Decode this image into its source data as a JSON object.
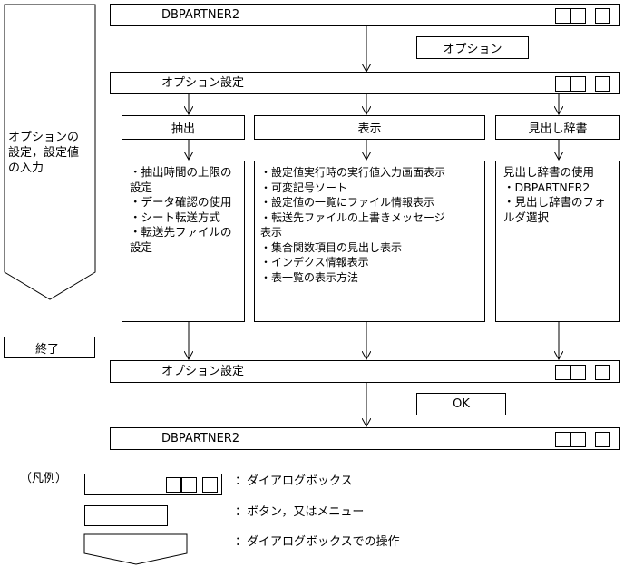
{
  "diagram": {
    "dialogs": {
      "top": "DBPARTNER2",
      "options": "オプション設定",
      "options_bottom": "オプション設定",
      "bottom": "DBPARTNER2"
    },
    "buttons": {
      "option": "オプション",
      "extract": "抽出",
      "display": "表示",
      "glossary": "見出し辞書",
      "end": "終了",
      "ok": "OK"
    },
    "side_label": "オプションの\n設定，設定値\nの入力",
    "lists": {
      "extract": [
        "・抽出時間の上限の",
        "設定",
        "・データ確認の使用",
        "・シート転送方式",
        "・転送先ファイルの",
        "設定"
      ],
      "display": [
        "・設定値実行時の実行値入力画面表示",
        "・可変記号ソート",
        "・設定値の一覧にファイル情報表示",
        "・転送先ファイルの上書きメッセージ",
        "表示",
        "・集合関数項目の見出し表示",
        "・インデクス情報表示",
        "・表一覧の表示方法"
      ],
      "glossary": [
        "見出し辞書の使用",
        "・DBPARTNER2",
        "・見出し辞書のフォ",
        "ルダ選択"
      ]
    },
    "legend": {
      "title": "（凡例）",
      "dialog": "：ダイアログボックス",
      "button": "：ボタン，又はメニュー",
      "operation": "：ダイアログボックスでの操作"
    }
  }
}
